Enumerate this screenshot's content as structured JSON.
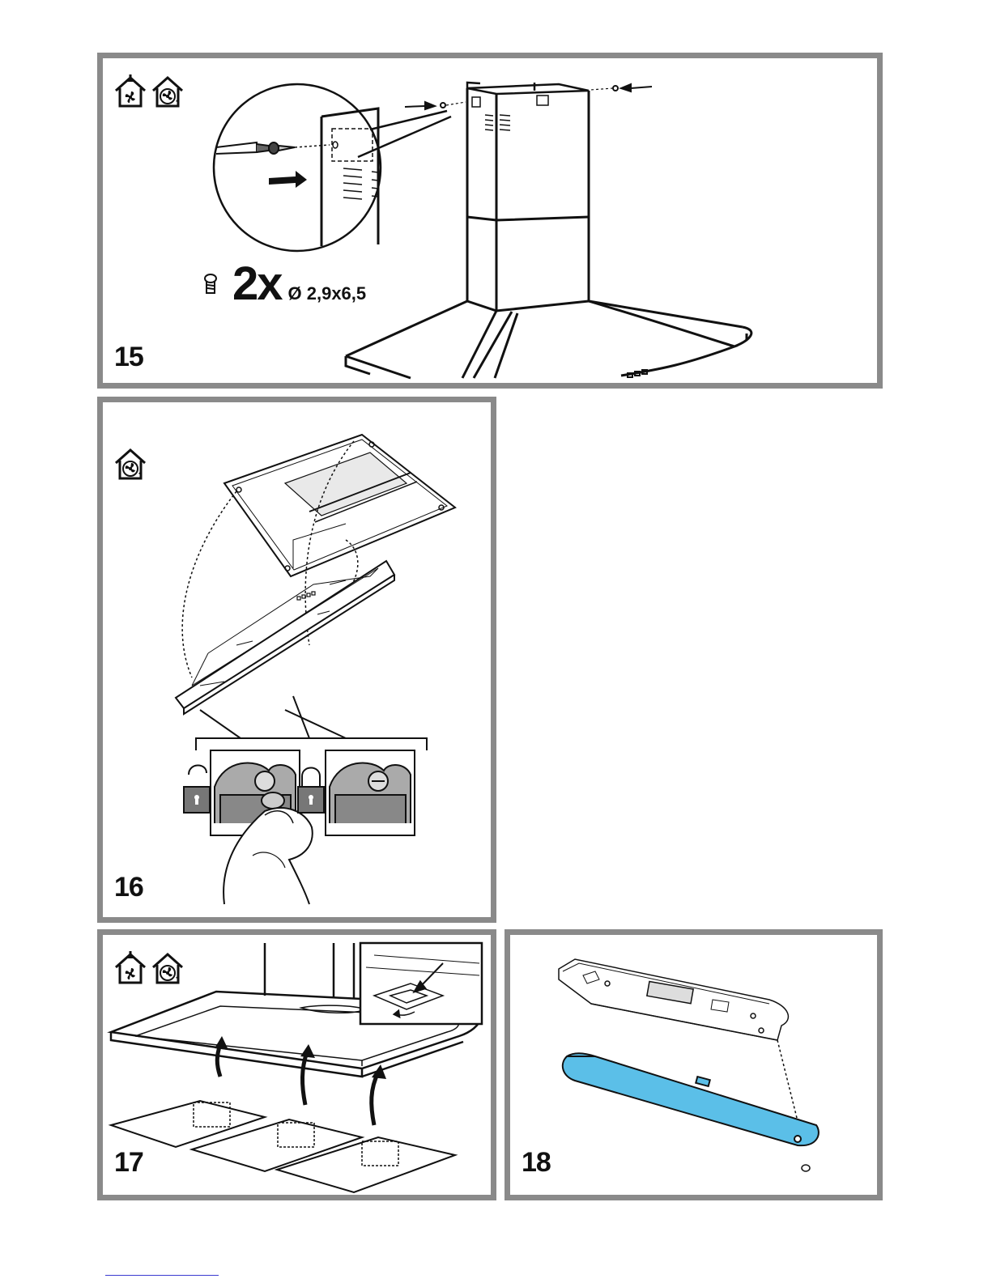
{
  "steps": [
    {
      "number": "15",
      "icons": [
        "ducted-extraction-house-icon",
        "recirculation-house-icon"
      ],
      "screw_count": "2x",
      "screw_size": "Ø 2,9x6,5"
    },
    {
      "number": "16",
      "icons": [
        "recirculation-house-icon"
      ]
    },
    {
      "number": "17",
      "icons": [
        "ducted-extraction-house-icon",
        "recirculation-house-icon"
      ]
    },
    {
      "number": "18",
      "icons": []
    }
  ],
  "colors": {
    "panel_border": "#8a8a8a",
    "lamp_cover": "#5bbfe8",
    "lock_badge": "#777777"
  }
}
